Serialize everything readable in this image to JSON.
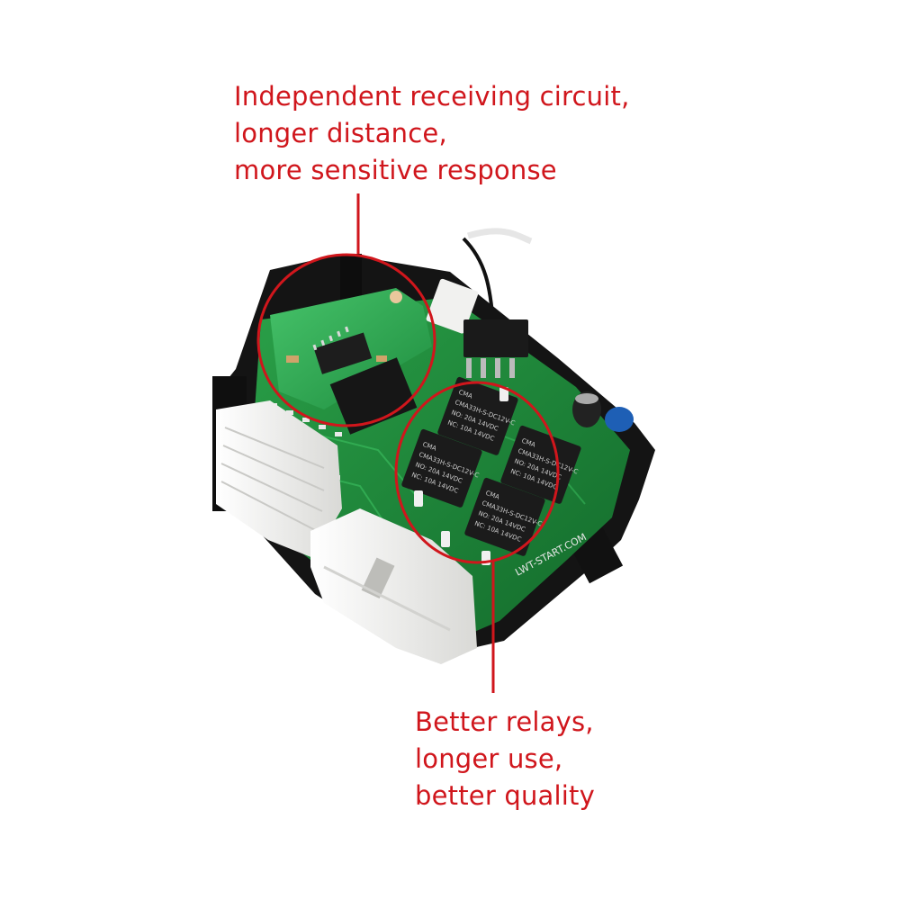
{
  "callouts": {
    "top": {
      "lines": [
        "Independent receiving circuit,",
        "longer distance,",
        "more sensitive response"
      ]
    },
    "bottom": {
      "lines": [
        "Better relays,",
        "longer use,",
        "better quality"
      ]
    }
  },
  "relay_labels": {
    "brand": "CMA",
    "model": "CMA33H-S-DC12V-C",
    "rating_1": "NO: 20A 14VDC",
    "rating_2": "NC: 10A 14VDC"
  },
  "board_print": "LWT-START.COM",
  "colors": {
    "annotation": "#d0161c",
    "pcb": "#1e8a3a",
    "relay": "#1a1a1a",
    "housing": "#141414",
    "connector": "#f2f2f0"
  }
}
